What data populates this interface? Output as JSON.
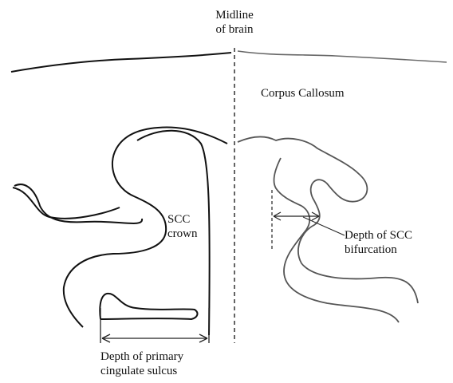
{
  "labels": {
    "midline_line1": "Midline",
    "midline_line2": "of brain",
    "corpus_callosum": "Corpus Callosum",
    "scc_line1": "SCC",
    "scc_line2": "crown",
    "depth_scc_line1": "Depth of SCC",
    "depth_scc_line2": "bifurcation",
    "depth_primary_line1": "Depth of primary",
    "depth_primary_line2": "cingulate sulcus"
  },
  "colors": {
    "left_outline": "#111111",
    "right_outline": "#555555",
    "measure_line": "#222222"
  }
}
